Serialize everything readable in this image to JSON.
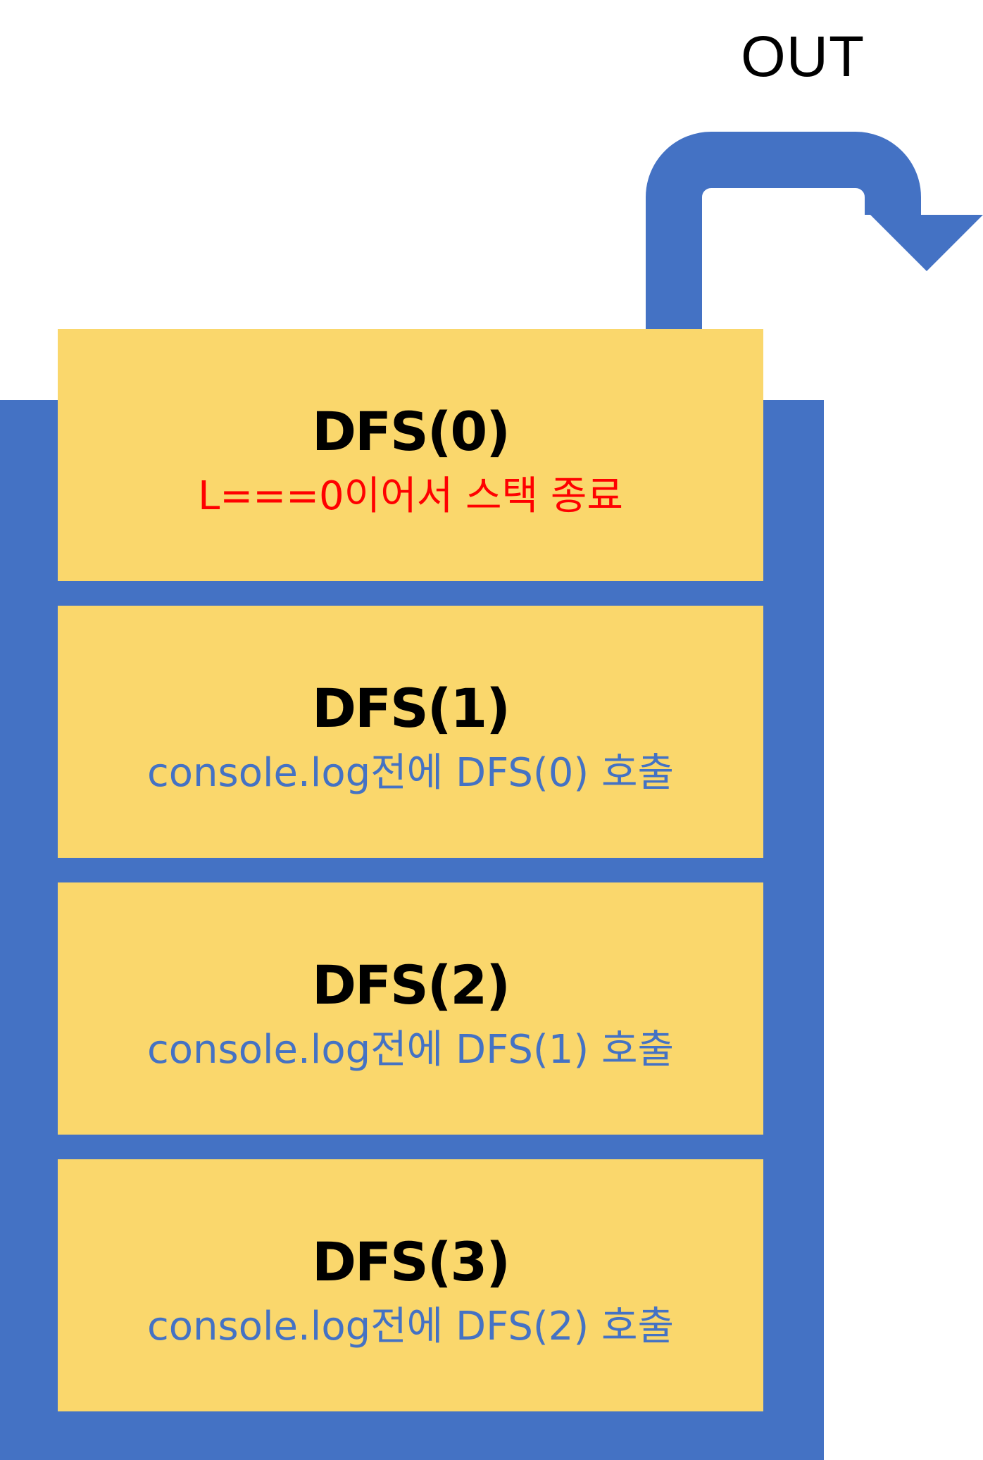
{
  "out_label": "OUT",
  "colors": {
    "container": "#4472C4",
    "frame": "#FAD76C",
    "arrow": "#4472C4",
    "title_text": "#000000",
    "terminate_note": "#FF0000",
    "call_note": "#4472C4"
  },
  "frames": [
    {
      "title": "DFS(0)",
      "note": "L===0이어서 스택 종료",
      "note_color": "#FF0000"
    },
    {
      "title": "DFS(1)",
      "note": "console.log전에 DFS(0) 호출",
      "note_color": "#4472C4"
    },
    {
      "title": "DFS(2)",
      "note": "console.log전에 DFS(1) 호출",
      "note_color": "#4472C4"
    },
    {
      "title": "DFS(3)",
      "note": "console.log전에 DFS(2) 호출",
      "note_color": "#4472C4"
    }
  ]
}
